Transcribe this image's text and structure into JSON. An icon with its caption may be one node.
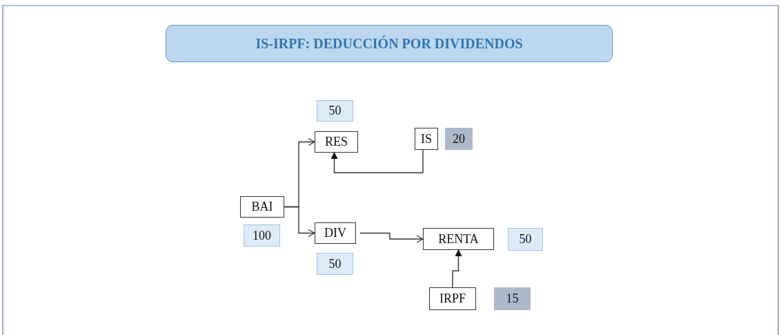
{
  "diagram": {
    "title": "IS-IRPF: DEDUCCIÓN POR DIVIDENDOS",
    "nodes": [
      {
        "text": [
          "50"
        ]
      },
      {
        "text": [
          "RES"
        ]
      },
      {
        "text": [
          "IS"
        ]
      },
      {
        "text": [
          "20"
        ]
      },
      {
        "text": [
          "BAI"
        ]
      },
      {
        "text": [
          "100"
        ]
      },
      {
        "text": [
          "DIV"
        ]
      },
      {
        "text": [
          "RENTA"
        ]
      },
      {
        "text": [
          "50"
        ]
      },
      {
        "text": [
          "50"
        ]
      },
      {
        "text": [
          "IRPF"
        ]
      },
      {
        "text": [
          "15"
        ]
      }
    ],
    "edges": [
      {
        "from": 4,
        "to": 1,
        "arrow": "to"
      },
      {
        "from": 4,
        "to": 6,
        "arrow": "to"
      },
      {
        "from": 2,
        "to": 1,
        "arrow": "to"
      },
      {
        "from": 6,
        "to": 7,
        "arrow": "to"
      },
      {
        "from": 10,
        "to": 7,
        "arrow": "to"
      }
    ]
  }
}
